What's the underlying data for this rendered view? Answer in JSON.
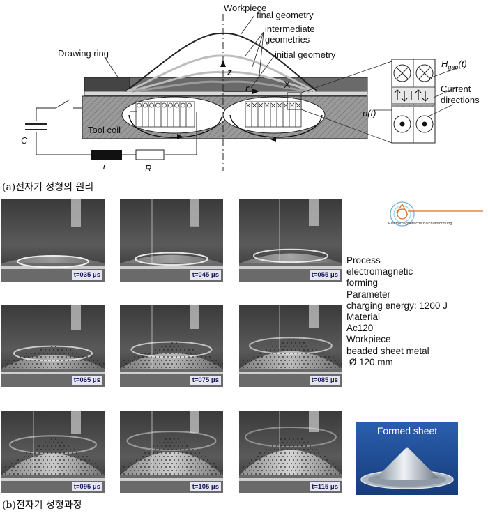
{
  "diagram": {
    "labels": {
      "workpiece": "Workpiece",
      "final_geometry": "final geometry",
      "intermediate_geometries_1": "intermediate",
      "intermediate_geometries_2": "geometries",
      "initial_geometry": "initial geometry",
      "drawing_ring": "Drawing ring",
      "tool_coil": "Tool coil",
      "z": "z",
      "r": "r",
      "x": "X",
      "c": "C",
      "l": "L",
      "r_resistor": "R",
      "h_gap": "H",
      "h_gap_sub": "gap",
      "h_gap_t": "(t)",
      "current_1": "Current",
      "current_2": "directions",
      "p_t": "p(t)"
    },
    "caption": "(a)전자기 성형의 원리"
  },
  "sequence": {
    "frames": [
      {
        "time": "t=035 μs",
        "stage": 0.05
      },
      {
        "time": "t=045 μs",
        "stage": 0.12
      },
      {
        "time": "t=055 μs",
        "stage": 0.2
      },
      {
        "time": "t=065 μs",
        "stage": 0.4
      },
      {
        "time": "t=075 μs",
        "stage": 0.5
      },
      {
        "time": "t=085 μs",
        "stage": 0.6
      },
      {
        "time": "t=095 μs",
        "stage": 0.8
      },
      {
        "time": "t=105 μs",
        "stage": 0.9
      },
      {
        "time": "t=115 μs",
        "stage": 1.0
      }
    ],
    "info_lines": [
      "Process",
      "electromagnetic",
      "forming",
      "Parameter",
      "charging energy: 1200 J",
      "Material",
      "Ac120",
      "Workpiece",
      "beaded sheet metal",
      " Ø 120 mm"
    ],
    "logo_text": "Elektromagnetische Blechumformung",
    "formed_sheet_label": "Formed sheet",
    "caption": "(b)전자기 성형과정"
  },
  "colors": {
    "coil_body": "#8a8a8a",
    "drawing_ring": "#444444",
    "logo_line": "#e07020",
    "formed_bg": "#1f4f9a"
  }
}
